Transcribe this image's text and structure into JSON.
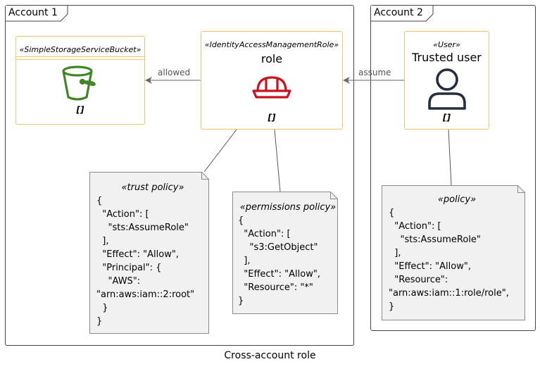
{
  "colors": {
    "frame_border": "#444444",
    "node_border": "#f0c56b",
    "note_fill": "#f1f1f1",
    "note_border": "#8a8a8a",
    "bucket_green": "#3f8624",
    "role_red": "#c7131f",
    "user_navy": "#232f3e",
    "arrow": "#666666"
  },
  "frames": {
    "account1": {
      "title": "Account 1"
    },
    "account2": {
      "title": "Account 2"
    }
  },
  "nodes": {
    "bucket": {
      "stereotype": "«SimpleStorageServiceBucket»",
      "name": "",
      "bracket": "[]",
      "icon": "s3-bucket-icon"
    },
    "role": {
      "stereotype": "«IdentityAccessManagementRole»",
      "name": "role",
      "bracket": "[]",
      "icon": "iam-role-hardhat-icon"
    },
    "user": {
      "stereotype": "«User»",
      "name": "Trusted user",
      "bracket": "[]",
      "icon": "user-icon"
    }
  },
  "edges": {
    "allowed": "allowed",
    "assume": "assume"
  },
  "notes": {
    "trust": {
      "title": "«trust policy»",
      "lines": [
        "{",
        "  \"Action\": [",
        "    \"sts:AssumeRole\"",
        "  ],",
        "  \"Effect\": \"Allow\",",
        "  \"Principal\": {",
        "    \"AWS\":",
        "\"arn:aws:iam::2:root\"",
        "  }",
        "}"
      ]
    },
    "permissions": {
      "title": "«permissions policy»",
      "lines": [
        "{",
        "  \"Action\": [",
        "    \"s3:GetObject\"",
        "  ],",
        "  \"Effect\": \"Allow\",",
        "  \"Resource\": \"*\"",
        "}"
      ]
    },
    "policy": {
      "title": "«policy»",
      "lines": [
        "{",
        "  \"Action\": [",
        "    \"sts:AssumeRole\"",
        "  ],",
        "  \"Effect\": \"Allow\",",
        "  \"Resource\":",
        "\"arn:aws:iam::1:role/role\",",
        "}"
      ]
    }
  },
  "caption": "Cross-account role"
}
